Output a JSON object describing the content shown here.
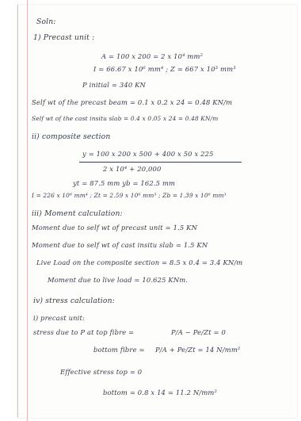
{
  "notes": {
    "heading": "Soln:",
    "sec1": "1) Precast unit :",
    "area": "A = 100 x 200 = 2 x 10⁴ mm²",
    "inertia": "I = 66.67 x 10⁶ mm⁴ ; Z = 667 x 10³ mm³",
    "pinitial": "P initial = 340 KN",
    "selfwt_beam": "Self wt of the precast beam = 0.1 x 0.2 x 24 = 0.48 KN/m",
    "selfwt_slab": "Self wt of the cast insitu slab = 0.4 x 0.05 x 24 = 0.48 KN/m",
    "sec2": "ii) composite section",
    "ybar_num": "y = 100 x 200 x 500 + 400 x 50 x 225",
    "ybar_den": "2 x 10⁴ + 20,000",
    "yt_yb": "yt = 87.5 mm    yb = 162.5 mm",
    "i_z": "I = 226 x 10⁶ mm⁴ ; Zt = 2.59 x 10⁶ mm³ ; Zb = 1.39 x 10⁶ mm³",
    "sec3": "iii) Moment calculation:",
    "moment1": "Moment due to self wt of precast unit = 1.5 KN",
    "moment2": "Moment due to self wt of cast insitu slab = 1.5 KN",
    "liveload": "Live Load on the composite section = 8.5 x 0.4 = 3.4 KN/m",
    "moment3": "Moment due to live load = 10.625 KNm.",
    "sec4": "iv) stress calculation:",
    "sub1": "i) precast unit:",
    "stress_top_lhs": "stress due to P at top fibre =",
    "stress_top_rhs": "P/A − Pe/Zt = 0",
    "stress_bot_lhs": "bottom fibre =",
    "stress_bot_rhs": "P/A + Pe/Zt = 14 N/mm²",
    "eff_top": "Effective stress top = 0",
    "eff_bot": "bottom = 0.8 x 14 = 11.2 N/mm²"
  }
}
